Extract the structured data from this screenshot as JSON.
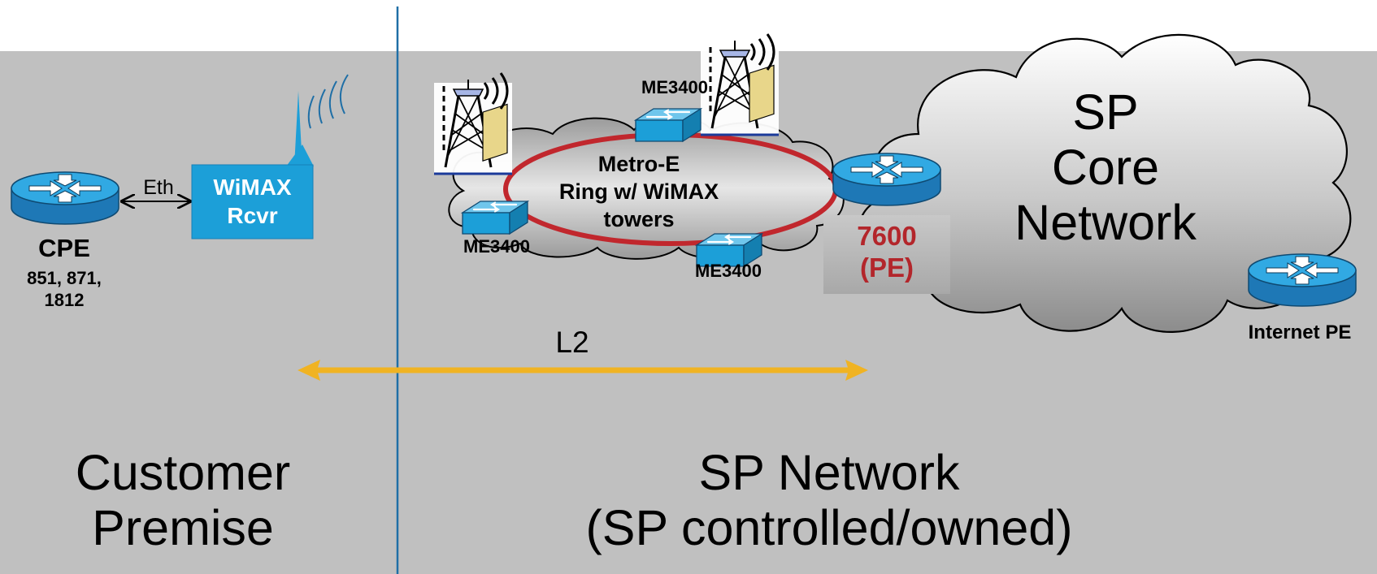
{
  "colors": {
    "panel": "#c0c0c0",
    "divider": "#1f6fa6",
    "ring": "#c1272d",
    "l2_arrow": "#f0b323",
    "device_blue": "#1c9fd8",
    "pe_text": "#b3262b",
    "pe_box": "#b2b2b2"
  },
  "customer": {
    "cpe_title": "CPE",
    "cpe_models_line1": "851, 871,",
    "cpe_models_line2": "1812",
    "eth_label": "Eth",
    "wimax_line1": "WiMAX",
    "wimax_line2": "Rcvr",
    "zone_line1": "Customer",
    "zone_line2": "Premise"
  },
  "sp": {
    "ring_line1": "Metro-E",
    "ring_line2": "Ring w/ WiMAX",
    "ring_line3": "towers",
    "switch_top": "ME3400",
    "switch_left": "ME3400",
    "switch_bottom": "ME3400",
    "pe_line1": "7600",
    "pe_line2": "(PE)",
    "core_line1": "SP",
    "core_line2": "Core",
    "core_line3": "Network",
    "internet_pe": "Internet PE",
    "l2_label": "L2",
    "zone_line1": "SP Network",
    "zone_line2": "(SP controlled/owned)"
  },
  "icons": {
    "router": "router-icon",
    "switch": "switch-icon",
    "tower": "radio-tower-icon",
    "antenna": "antenna-waves-icon",
    "cloud": "cloud-icon"
  }
}
